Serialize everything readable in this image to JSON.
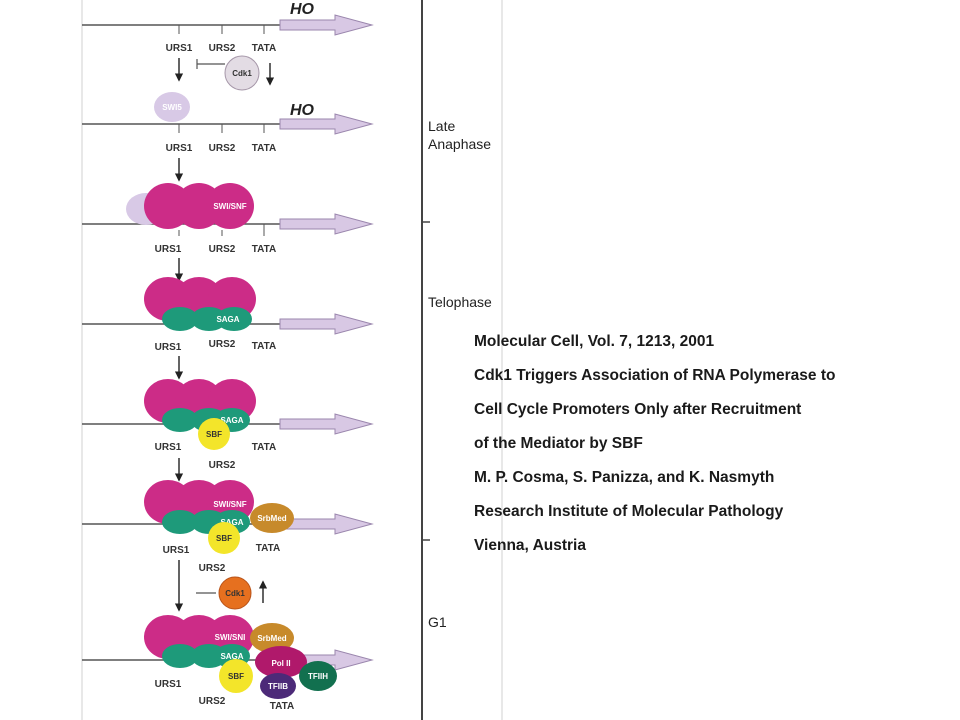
{
  "colors": {
    "swisnf": "#cc2c87",
    "saga": "#1e9a7a",
    "sbf": "#f3e52a",
    "srbmed": "#c78a2b",
    "pol2": "#b0196b",
    "tfiih": "#12704f",
    "tfiib": "#4c2a78",
    "cdk1_inactive": "#e3dce4",
    "cdk1_active": "#e6701f",
    "swi5": "#d8c9e6",
    "arrow_fill": "#d8c8e4"
  },
  "diagram": {
    "gene_label": "HO",
    "site_labels": {
      "urs1": "URS1",
      "urs2": "URS2",
      "tata": "TATA"
    },
    "proteins": {
      "cdk1": "Cdk1",
      "swi5": "SWI5",
      "swisnf": "SWI/SNF",
      "swisnf_short": "SWI/SNI",
      "saga": "SAGA",
      "sbf": "SBF",
      "srbmed": "SrbMed",
      "pol2": "Pol II",
      "tfiih": "TFIIH",
      "tfiib": "TFIIB"
    },
    "phases": {
      "late_anaphase_1": "Late",
      "late_anaphase_2": "Anaphase",
      "telophase": "Telophase",
      "g1": "G1"
    }
  },
  "citation": {
    "journal": "Molecular Cell, Vol. 7, 1213, 2001",
    "title_line1": "Cdk1 Triggers Association of RNA Polymerase to",
    "title_line2": "Cell Cycle Promoters Only after Recruitment",
    "title_line3": "of the Mediator by SBF",
    "authors": "M. P. Cosma, S. Panizza, and K. Nasmyth",
    "institute": "Research Institute of Molecular Pathology",
    "location": "Vienna, Austria"
  }
}
